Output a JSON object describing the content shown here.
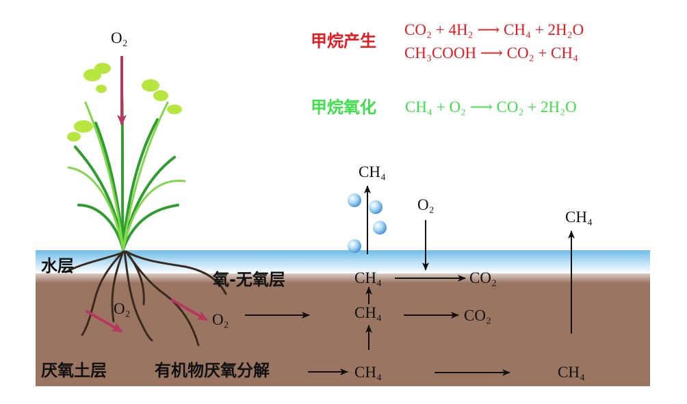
{
  "colors": {
    "production": "#e8191f",
    "oxidation": "#3ee04a",
    "water": "#8fd0f0",
    "soil": "#9a7662",
    "o2_arrow": "#b8375e"
  },
  "legend": {
    "production_label": "甲烷产生",
    "production_eq1": "CO₂ + 4H₂ ⟶ CH₄ + 2H₂O",
    "production_eq2": "CH₃COOH ⟶ CO₂ + CH₄",
    "oxidation_label": "甲烷氧化",
    "oxidation_eq": "CH₄ + O₂ ⟶ CO₂ + 2H₂O"
  },
  "layers": {
    "water": "水层",
    "oxic_anoxic": "氧-无氧层",
    "anoxic_soil": "厌氧土层",
    "decomposition": "有机物厌氧分解"
  },
  "plant": {
    "o2_top": "O₂",
    "o2_root_left": "O₂",
    "o2_root_right": "O₂"
  },
  "flow": {
    "bubble_top_ch4": "CH₄",
    "o2_in": "O₂",
    "ch4_interface": "CH₄",
    "co2_interface": "CO₂",
    "ch4_mid": "CH₄",
    "co2_mid": "CO₂",
    "ch4_bottom": "CH₄",
    "ch4_right_bottom": "CH₄",
    "ch4_right_top": "CH₄"
  }
}
